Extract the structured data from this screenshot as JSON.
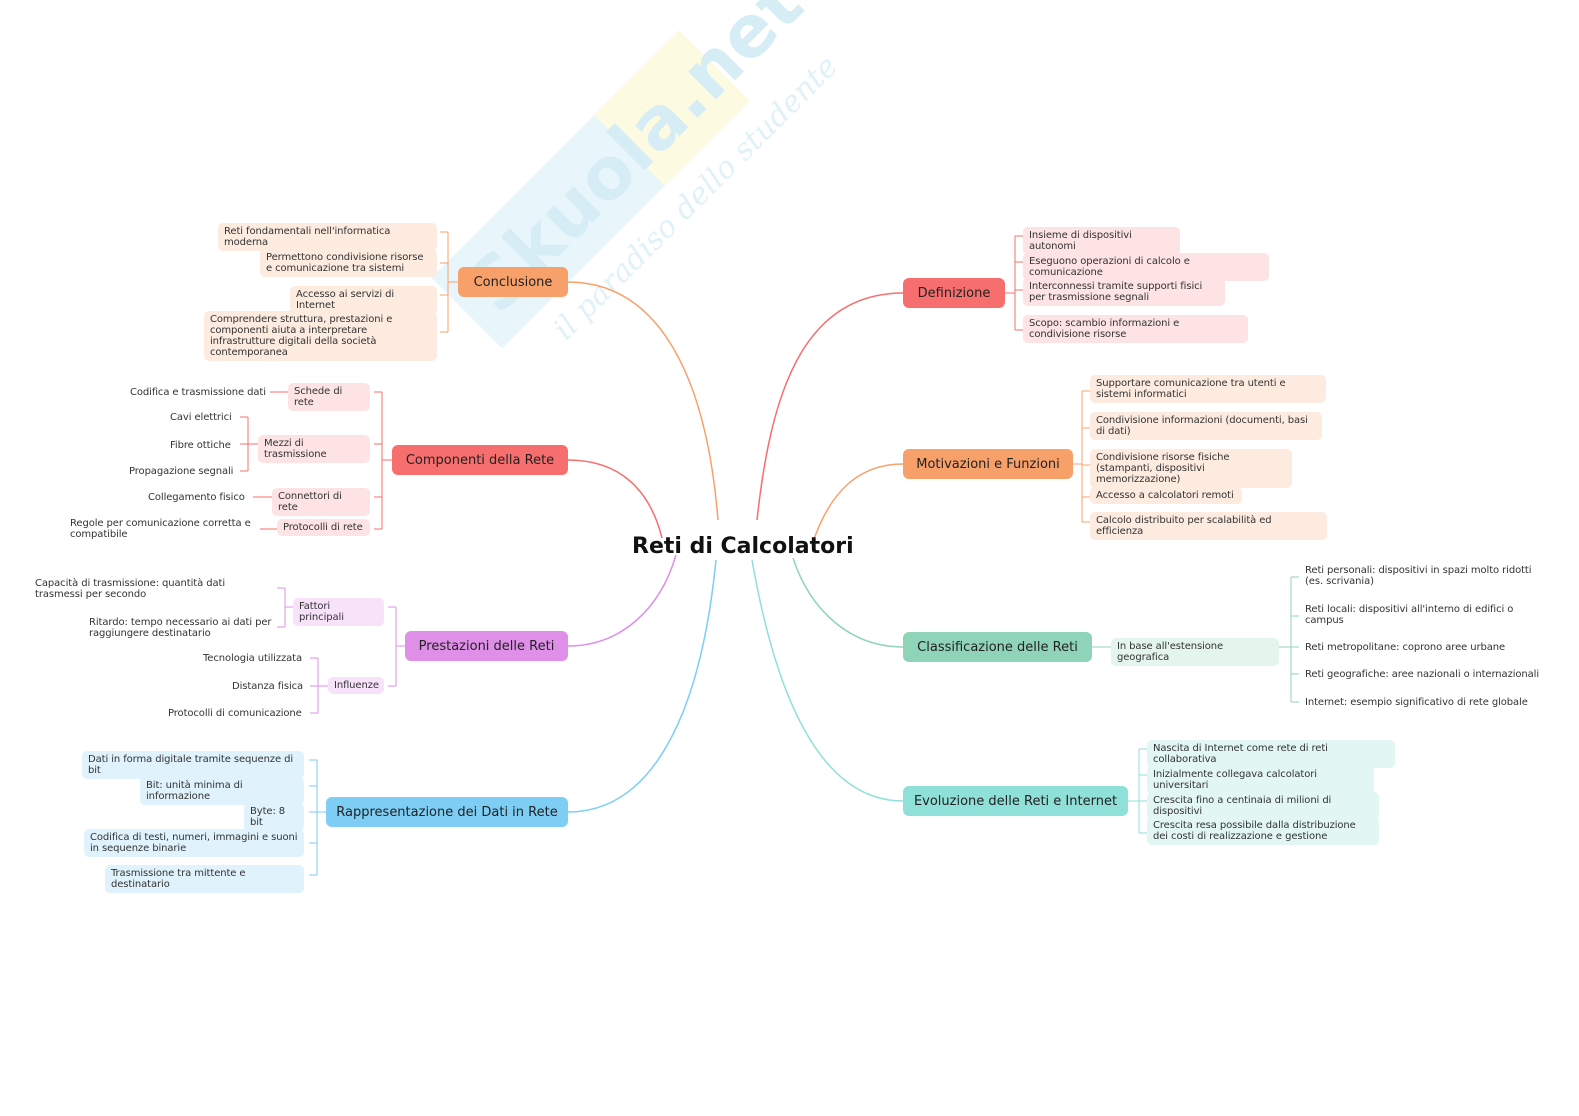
{
  "central": "Reti di Calcolatori",
  "watermark": {
    "logo": "Skuola.net",
    "tagline": "il paradiso dello studente"
  },
  "colors": {
    "red": "#f76e6e",
    "orange": "#f8a06a",
    "green": "#8fd4b8",
    "teal": "#8fe0d8",
    "purple": "#df8fe8",
    "blue": "#7dcdf4"
  },
  "branches": {
    "definizione": {
      "label": "Definizione",
      "items": [
        "Insieme di dispositivi autonomi",
        "Eseguono operazioni di calcolo e comunicazione",
        "Interconnessi tramite supporti fisici per trasmissione segnali",
        "Scopo: scambio informazioni e condivisione risorse"
      ]
    },
    "motivazioni": {
      "label": "Motivazioni e Funzioni",
      "items": [
        "Supportare comunicazione tra utenti e sistemi informatici",
        "Condivisione informazioni (documenti, basi di dati)",
        "Condivisione risorse fisiche (stampanti, dispositivi memorizzazione)",
        "Accesso a calcolatori remoti",
        "Calcolo distribuito per scalabilità ed efficienza"
      ]
    },
    "classificazione": {
      "label": "Classificazione delle Reti",
      "sub": "In base all'estensione geografica",
      "items": [
        "Reti personali: dispositivi in spazi molto ridotti (es. scrivania)",
        "Reti locali: dispositivi all'interno di edifici o campus",
        "Reti metropolitane: coprono aree urbane",
        "Reti geografiche: aree nazionali o internazionali",
        "Internet: esempio significativo di rete globale"
      ]
    },
    "evoluzione": {
      "label": "Evoluzione delle Reti e Internet",
      "items": [
        "Nascita di Internet come rete di reti collaborativa",
        "Inizialmente collegava calcolatori universitari",
        "Crescita fino a centinaia di milioni di dispositivi",
        "Crescita resa possibile dalla distribuzione dei costi di realizzazione e gestione"
      ]
    },
    "conclusione": {
      "label": "Conclusione",
      "items": [
        "Reti fondamentali nell'informatica moderna",
        "Permettono condivisione risorse e comunicazione tra sistemi",
        "Accesso ai servizi di Internet",
        "Comprendere struttura, prestazioni e componenti aiuta a interpretare infrastrutture digitali della società contemporanea"
      ]
    },
    "componenti": {
      "label": "Componenti della Rete",
      "groups": [
        {
          "label": "Schede di rete",
          "items": [
            "Codifica e trasmissione dati"
          ]
        },
        {
          "label": "Mezzi di trasmissione",
          "items": [
            "Cavi elettrici",
            "Fibre ottiche",
            "Propagazione segnali"
          ]
        },
        {
          "label": "Connettori di rete",
          "items": [
            "Collegamento fisico"
          ]
        },
        {
          "label": "Protocolli di rete",
          "items": [
            "Regole per comunicazione corretta e compatibile"
          ]
        }
      ]
    },
    "prestazioni": {
      "label": "Prestazioni delle Reti",
      "groups": [
        {
          "label": "Fattori principali",
          "items": [
            "Capacità di trasmissione: quantità dati trasmessi per secondo",
            "Ritardo: tempo necessario ai dati per raggiungere destinatario"
          ]
        },
        {
          "label": "Influenze",
          "items": [
            "Tecnologia utilizzata",
            "Distanza fisica",
            "Protocolli di comunicazione"
          ]
        }
      ]
    },
    "rappresentazione": {
      "label": "Rappresentazione dei Dati in Rete",
      "items": [
        "Dati in forma digitale tramite sequenze di bit",
        "Bit: unità minima di informazione",
        "Byte: 8 bit",
        "Codifica di testi, numeri, immagini e suoni in sequenze binarie",
        "Trasmissione tra mittente e destinatario"
      ]
    }
  }
}
